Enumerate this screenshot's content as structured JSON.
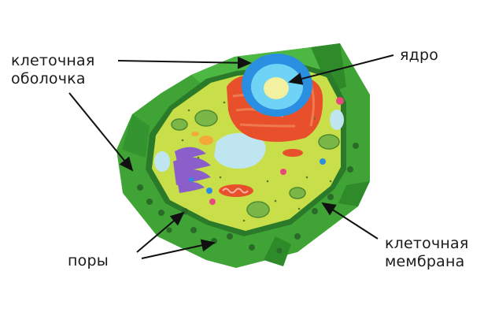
{
  "labels": {
    "cell_wall": [
      "клеточная",
      "оболочка"
    ],
    "nucleus": "ядро",
    "pores": "поры",
    "cell_membrane": [
      "клеточная",
      "мембрана"
    ]
  },
  "colors": {
    "wall_green": "#3fa435",
    "wall_dark": "#2b7a2a",
    "cytoplasm": "#c9df4a",
    "nucleus_blue": "#2a8fe0",
    "nucleus_cyan": "#6fd3f5",
    "nucleolus": "#f3f0a0",
    "er_red": "#e8502c",
    "golgi_purple": "#8b5fc9",
    "vacuole": "#bfe6f0",
    "chloroplast": "#7ab648"
  }
}
